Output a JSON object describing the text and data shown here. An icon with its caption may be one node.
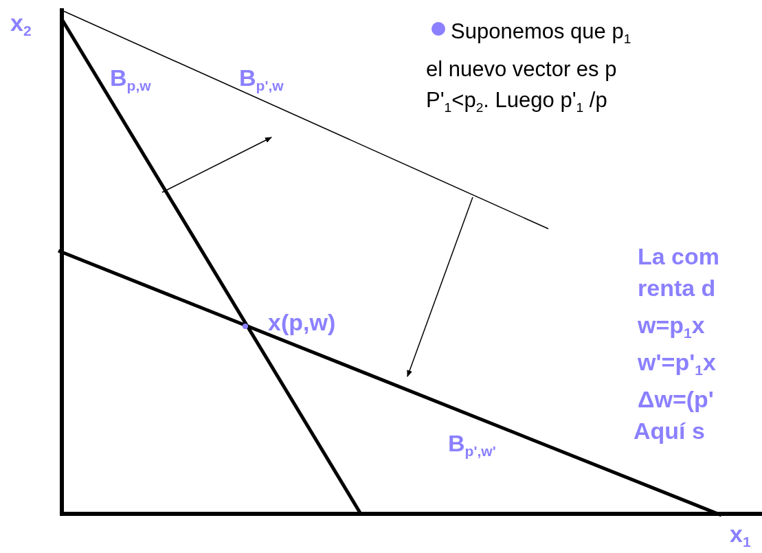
{
  "diagram": {
    "labels": [
      "x$_{2}$",
      "B$_{p,w}$",
      "B$_{p',w}$",
      "Suponemos que p$_{1}$",
      "el nuevo vector es p",
      "P'$_{1}$<p$_{2}$.  Luego p'$_{1}$ /p",
      "La com",
      "renta d",
      "w=p$_{1}$x",
      "w'=p'$_{1}$x",
      "Δw=(p'",
      "Aquí s",
      "x(p,w)",
      "B$_{p',w'}$",
      "x$_{1}$"
    ]
  }
}
